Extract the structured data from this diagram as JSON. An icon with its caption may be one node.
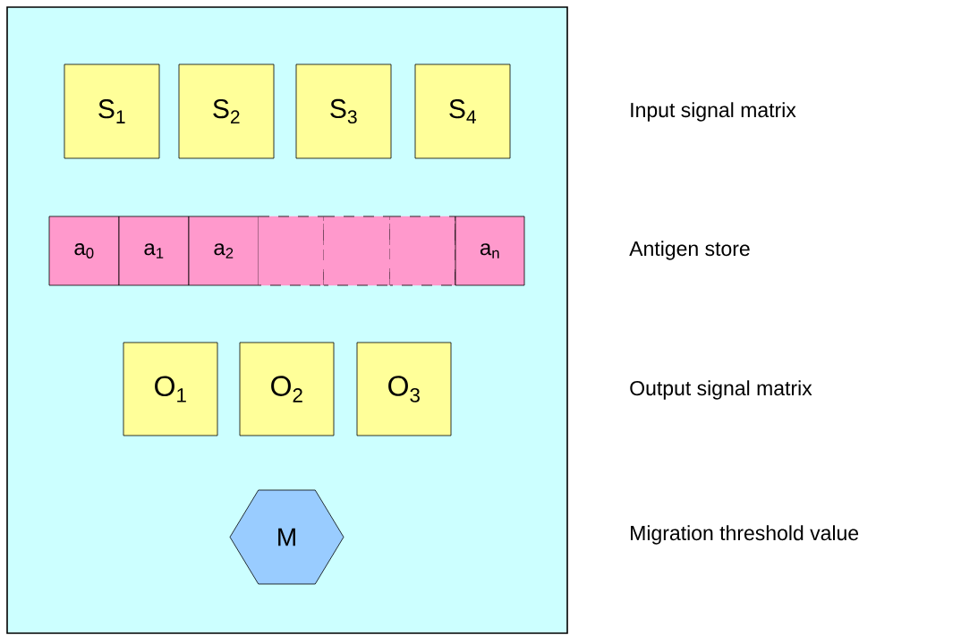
{
  "diagram": {
    "nodes": [
      {
        "text": [],
        "shape": "box"
      },
      {
        "text": [
          "S$_{1}$"
        ],
        "in": 0
      },
      {
        "text": [
          "S$_{2}$"
        ],
        "in": 0
      },
      {
        "text": [
          "S$_{3}$"
        ],
        "in": 0
      },
      {
        "text": [
          "S$_{4}$"
        ],
        "in": 0
      },
      {
        "text": [
          "a$_{0}$"
        ],
        "in": 0
      },
      {
        "text": [
          "a$_{1}$"
        ],
        "in": 0
      },
      {
        "text": [
          "a$_{2}$"
        ],
        "in": 0
      },
      {
        "text": [],
        "shape": "box",
        "in": 0
      },
      {
        "text": [],
        "shape": "box",
        "in": 0
      },
      {
        "text": [],
        "shape": "box",
        "in": 0
      },
      {
        "text": [
          "a$_{n}$"
        ],
        "in": 0
      },
      {
        "text": [
          "O$_{1}$"
        ],
        "in": 0
      },
      {
        "text": [
          "O$_{2}$"
        ],
        "in": 0
      },
      {
        "text": [
          "O$_{3}$"
        ],
        "in": 0
      },
      {
        "text": [
          "M"
        ],
        "in": 0
      }
    ],
    "labels": [
      "Input signal matrix",
      "Antigen store",
      "Output signal matrix",
      "Migration threshold value"
    ]
  }
}
